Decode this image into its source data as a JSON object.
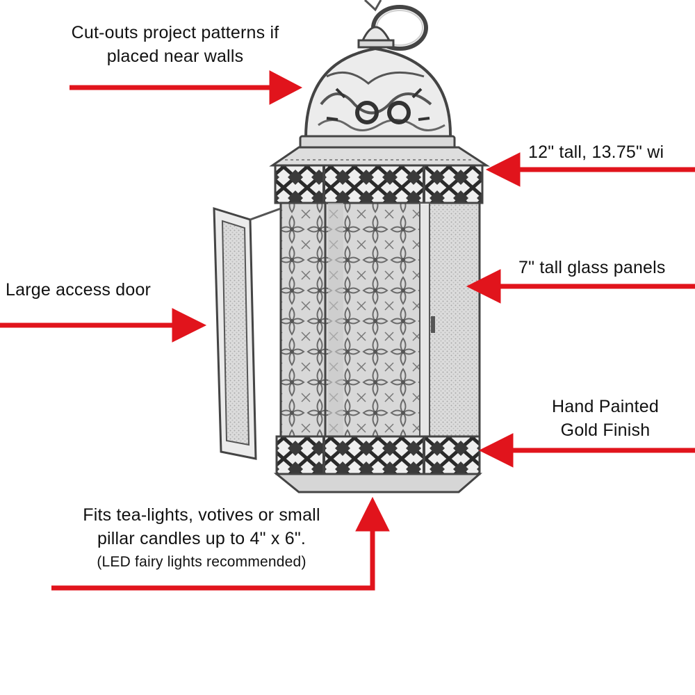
{
  "accent_color": "#e1141c",
  "annotations": {
    "cutouts": {
      "line1": "Cut-outs project patterns if",
      "line2": "placed near walls"
    },
    "size": {
      "text": "12\" tall, 13.75\" wi"
    },
    "panels": {
      "text": "7\" tall glass panels"
    },
    "door": {
      "text": "Large access door"
    },
    "finish": {
      "line1": "Hand Painted",
      "line2": "Gold Finish"
    },
    "fits": {
      "line1": "Fits tea-lights, votives or small",
      "line2": "pillar candles up to 4\" x 6\".",
      "line3": "(LED fairy lights recommended)"
    }
  }
}
